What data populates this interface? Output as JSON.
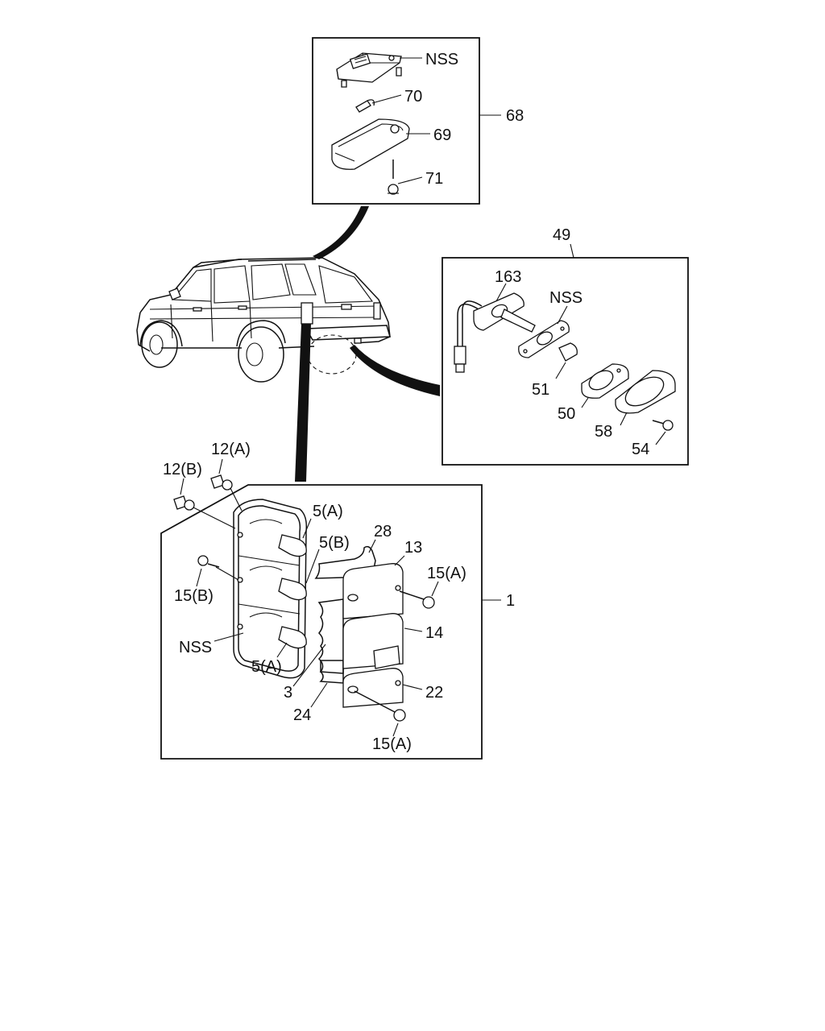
{
  "callouts": {
    "nss_lamp": "NSS",
    "p70": "70",
    "p68": "68",
    "p69": "69",
    "p71": "71",
    "p49": "49",
    "p163": "163",
    "nss_plate": "NSS",
    "p51": "51",
    "p50": "50",
    "p58": "58",
    "p54": "54",
    "p12a": "12(A)",
    "p12b": "12(B)",
    "p5a_top": "5(A)",
    "p5b": "5(B)",
    "p28": "28",
    "p13": "13",
    "p15a_top": "15(A)",
    "p1": "1",
    "p15b": "15(B)",
    "p14": "14",
    "nss_socket": "NSS",
    "p5a_bottom": "5(A)",
    "p3": "3",
    "p22": "22",
    "p24": "24",
    "p15a_bottom": "15(A)"
  }
}
